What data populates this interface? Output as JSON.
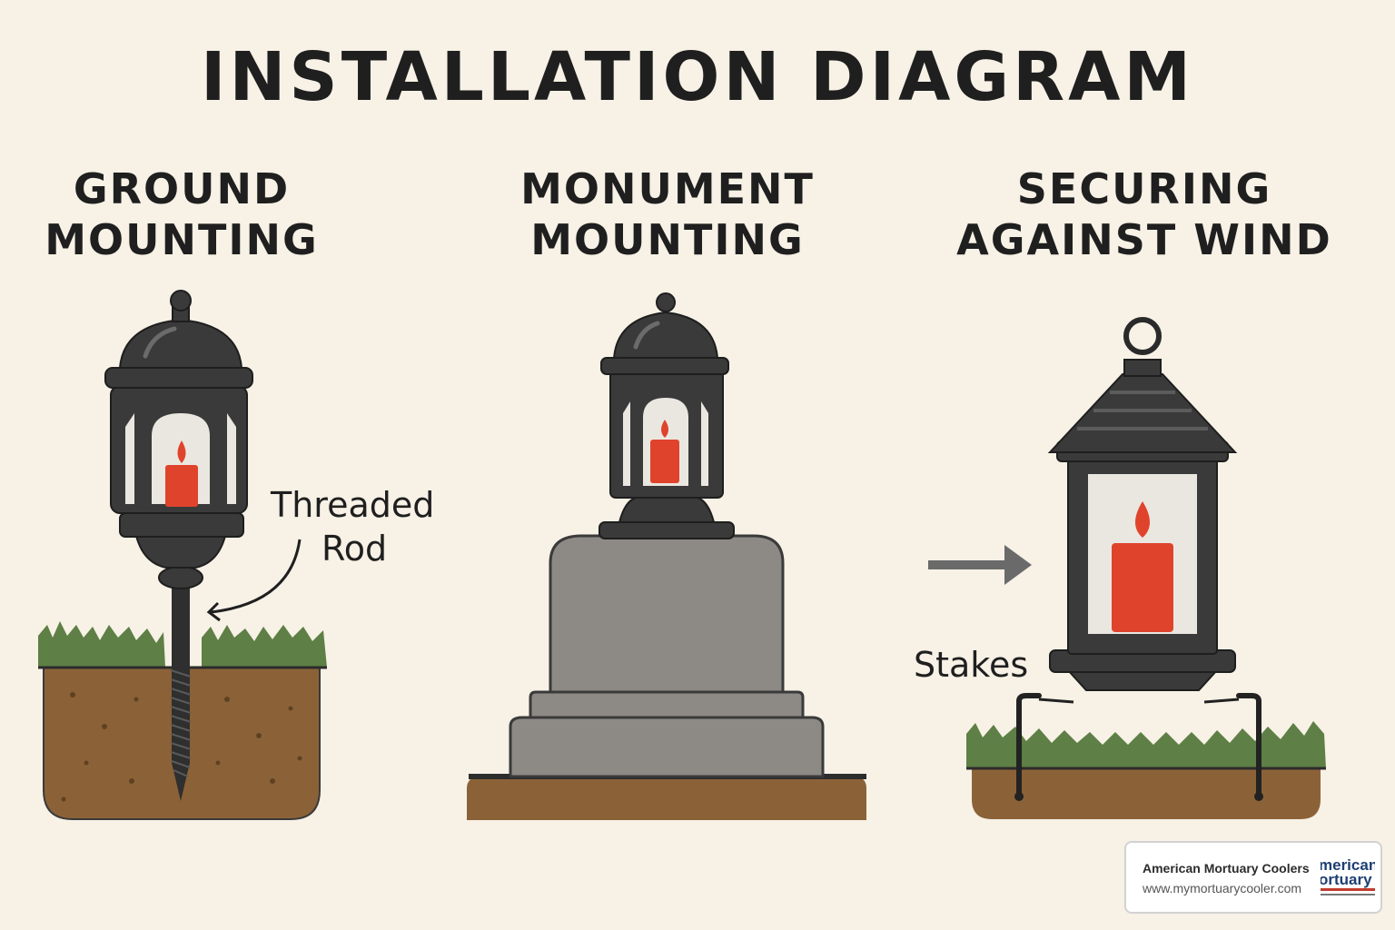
{
  "title": "INSTALLATION DIAGRAM",
  "panels": [
    {
      "title_line1": "GROUND",
      "title_line2": "MOUNTING"
    },
    {
      "title_line1": "MONUMENT",
      "title_line2": "MOUNTING"
    },
    {
      "title_line1": "SECURING",
      "title_line2": "AGAINST WIND"
    }
  ],
  "labels": {
    "threaded_rod_line1": "Threaded",
    "threaded_rod_line2": "Rod",
    "stakes": "Stakes"
  },
  "watermark": {
    "company": "American Mortuary Coolers",
    "url": "www.mymortuarycooler.com",
    "logo_text_line1": "merican",
    "logo_text_line2": "ortuary"
  },
  "colors": {
    "background": "#f7f1e6",
    "lantern": "#3a3a3a",
    "candle": "#e0432c",
    "grass": "#5e7f45",
    "soil": "#8b6237",
    "stone": "#8d8a86"
  }
}
